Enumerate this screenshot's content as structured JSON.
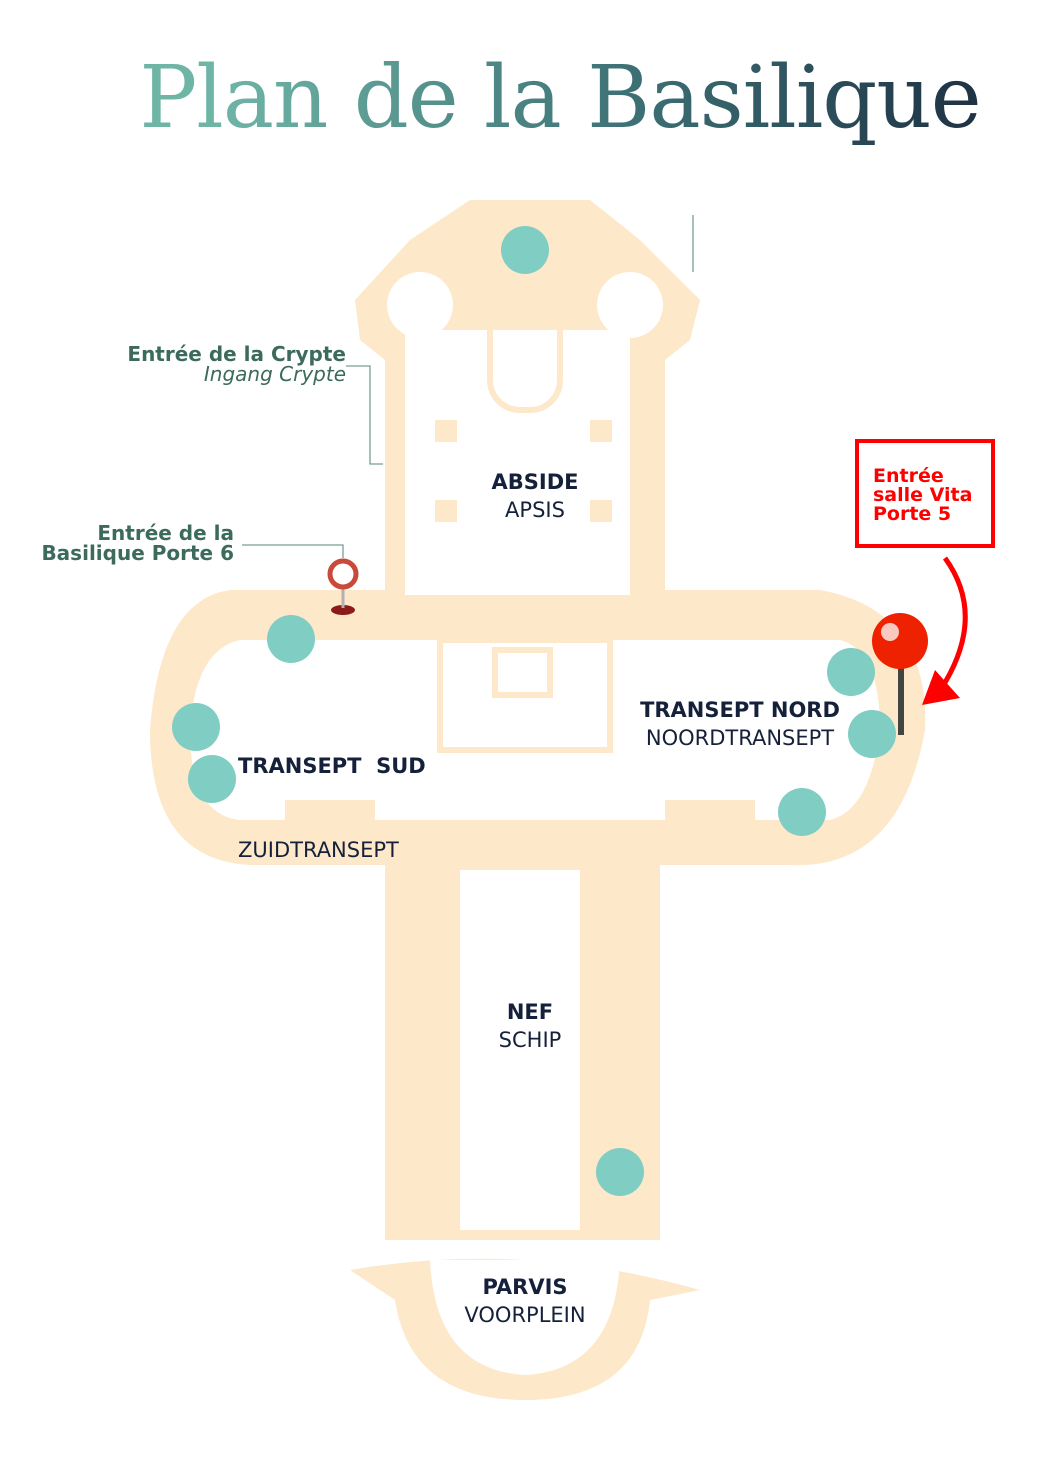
{
  "title": "Plan de la Basilique",
  "zones": {
    "abside": {
      "fr": "ABSIDE",
      "nl": "APSIS"
    },
    "transept_sud": {
      "fr": "TRANSEPT  SUD",
      "nl": "ZUIDTRANSEPT"
    },
    "transept_nord": {
      "fr": "TRANSEPT NORD",
      "nl": "NOORDTRANSEPT"
    },
    "nef": {
      "fr": "NEF",
      "nl": "SCHIP"
    },
    "parvis": {
      "fr": "PARVIS",
      "nl": "VOORPLEIN"
    }
  },
  "annotations": {
    "crypte": {
      "fr": "Entrée de la Crypte",
      "nl": "Ingang Crypte"
    },
    "porte6": {
      "line1": "Entrée de la",
      "line2": "Basilique Porte 6"
    },
    "vita": {
      "line1": "Entrée",
      "line2": "salle Vita",
      "line3": "Porte 5"
    }
  },
  "colors": {
    "plan": "#fde8c9",
    "marker": "#7fcdc3",
    "highlight": "#ff0000",
    "label": "#3c6b5e"
  }
}
